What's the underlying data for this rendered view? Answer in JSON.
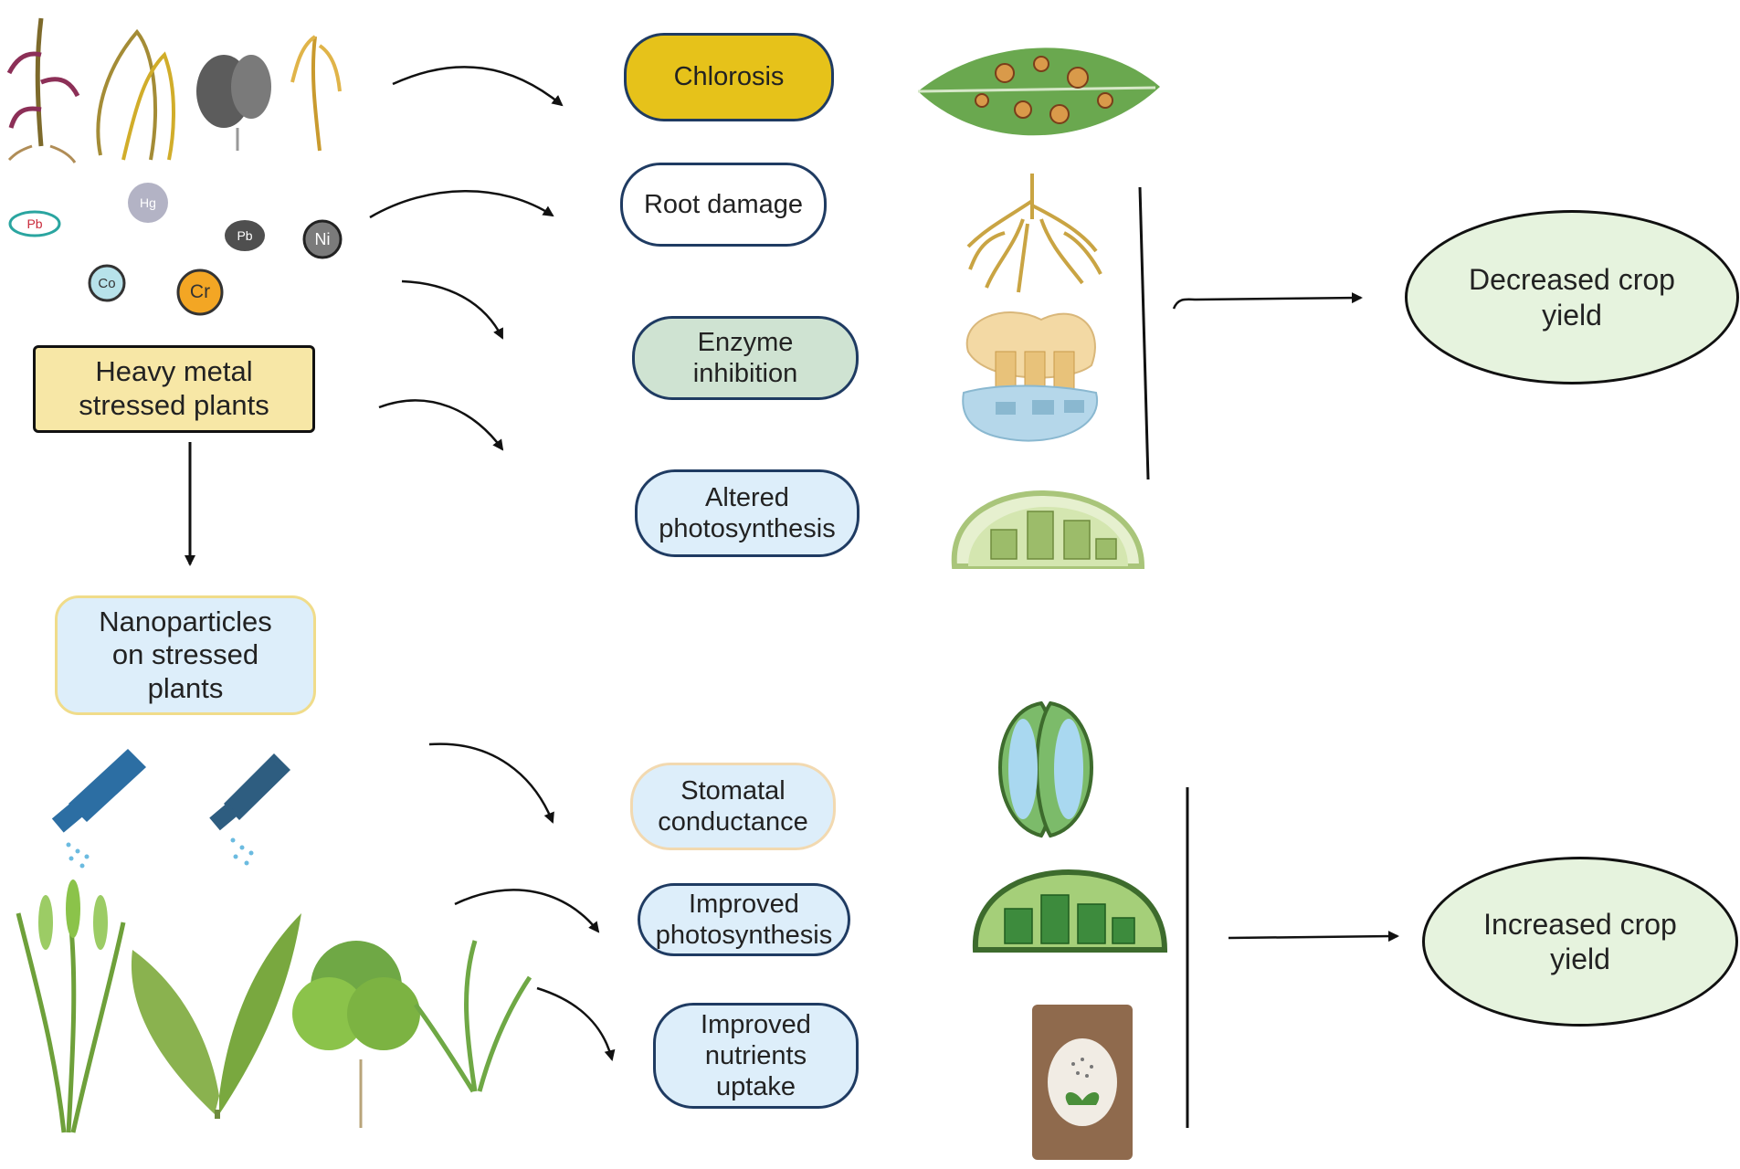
{
  "sources": {
    "heavy_metal": "Heavy metal\nstressed plants",
    "nanoparticles": "Nanoparticles\non stressed\nplants"
  },
  "metals": [
    {
      "symbol": "Pb",
      "color": "#c92a3b"
    },
    {
      "symbol": "Hg",
      "color": "#9b9bb0"
    },
    {
      "symbol": "Pb",
      "color": "#4a4a4a"
    },
    {
      "symbol": "Ni",
      "color": "#6b6b6b"
    },
    {
      "symbol": "Co",
      "color": "#9fd3de"
    },
    {
      "symbol": "Cr",
      "color": "#f0a62a"
    }
  ],
  "negative_effects": [
    {
      "label": "Chlorosis",
      "fill": "#e6c21a",
      "icon": "diseased-leaf-icon"
    },
    {
      "label": "Root damage",
      "fill": "#ffffff",
      "icon": "roots-icon"
    },
    {
      "label": "Enzyme\ninhibition",
      "fill": "#cfe3d2",
      "icon": "enzyme-icon"
    },
    {
      "label": "Altered\nphotosynthesis",
      "fill": "#ddeefa",
      "icon": "chloroplast-icon"
    }
  ],
  "positive_effects": [
    {
      "label": "Stomatal\nconductance",
      "fill": "#ddeefa",
      "icon": "stomata-icon"
    },
    {
      "label": "Improved\nphotosynthesis",
      "fill": "#ddeefa",
      "icon": "chloroplast-icon"
    },
    {
      "label": "Improved\nnutrients\nuptake",
      "fill": "#ddeefa",
      "icon": "fertilizer-bag-icon"
    }
  ],
  "outcomes": {
    "negative": "Decreased crop\nyield",
    "positive": "Increased crop\nyield"
  },
  "colors": {
    "heavy_metal_box": "#f7e7a6",
    "nanoparticle_box": "#ddeefa",
    "outcome_fill": "#e6f3de",
    "pill_border": "#1f3b62"
  }
}
